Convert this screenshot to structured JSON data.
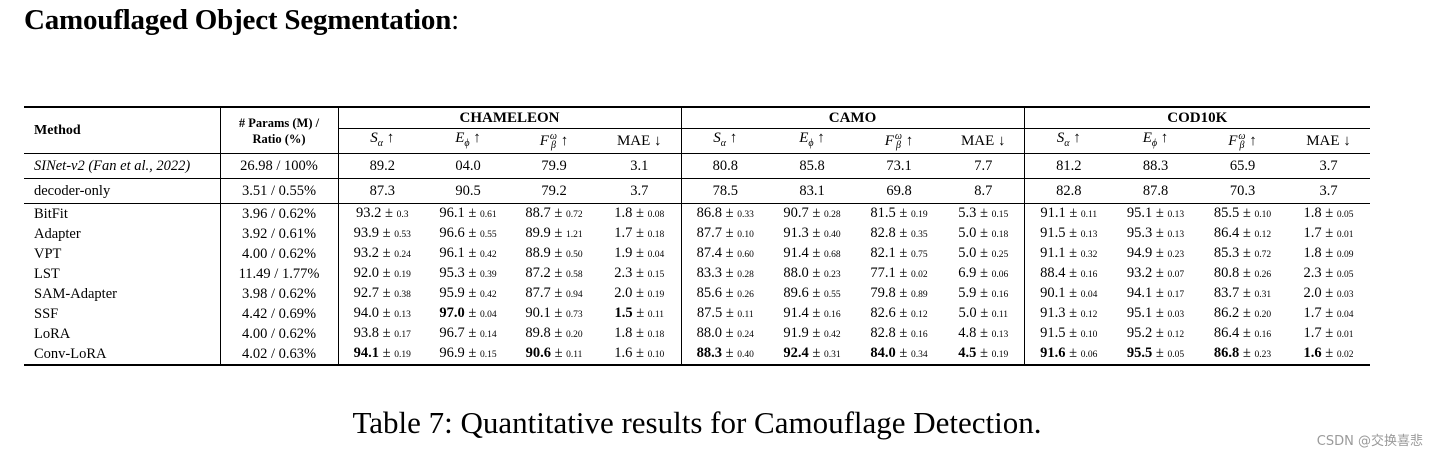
{
  "heading": "Camouflaged Object Segmentation",
  "heading_colon": ":",
  "table": {
    "method_header": "Method",
    "params_header_line1": "# Params (M) /",
    "params_header_line2": "Ratio (%)",
    "groups": [
      "CHAMELEON",
      "CAMO",
      "COD10K"
    ],
    "metrics": [
      {
        "sym": "S",
        "sub": "α",
        "sup": "",
        "arrow": "↑"
      },
      {
        "sym": "E",
        "sub": "ϕ",
        "sup": "",
        "arrow": "↑"
      },
      {
        "sym": "F",
        "sub": "β",
        "sup": "ω",
        "arrow": "↑"
      },
      {
        "sym": "MAE",
        "sub": "",
        "sup": "",
        "arrow": "↓"
      }
    ],
    "baselines": [
      {
        "method": "SINet-v2 (Fan et al., 2022)",
        "italic": true,
        "params": "26.98 / 100%",
        "values": [
          "89.2",
          "04.0",
          "79.9",
          "3.1",
          "80.8",
          "85.8",
          "73.1",
          "7.7",
          "81.2",
          "88.3",
          "65.9",
          "3.7"
        ]
      },
      {
        "method": "decoder-only",
        "italic": false,
        "params": "3.51 / 0.55%",
        "values": [
          "87.3",
          "90.5",
          "79.2",
          "3.7",
          "78.5",
          "83.1",
          "69.8",
          "8.7",
          "82.8",
          "87.8",
          "70.3",
          "3.7"
        ]
      }
    ],
    "rows": [
      {
        "method": "BitFit",
        "params": "3.96 / 0.62%",
        "cells": [
          [
            "93.2",
            "0.3",
            false
          ],
          [
            "96.1",
            "0.61",
            false
          ],
          [
            "88.7",
            "0.72",
            false
          ],
          [
            "1.8",
            "0.08",
            false
          ],
          [
            "86.8",
            "0.33",
            false
          ],
          [
            "90.7",
            "0.28",
            false
          ],
          [
            "81.5",
            "0.19",
            false
          ],
          [
            "5.3",
            "0.15",
            false
          ],
          [
            "91.1",
            "0.11",
            false
          ],
          [
            "95.1",
            "0.13",
            false
          ],
          [
            "85.5",
            "0.10",
            false
          ],
          [
            "1.8",
            "0.05",
            false
          ]
        ]
      },
      {
        "method": "Adapter",
        "params": "3.92 / 0.61%",
        "cells": [
          [
            "93.9",
            "0.53",
            false
          ],
          [
            "96.6",
            "0.55",
            false
          ],
          [
            "89.9",
            "1.21",
            false
          ],
          [
            "1.7",
            "0.18",
            false
          ],
          [
            "87.7",
            "0.10",
            false
          ],
          [
            "91.3",
            "0.40",
            false
          ],
          [
            "82.8",
            "0.35",
            false
          ],
          [
            "5.0",
            "0.18",
            false
          ],
          [
            "91.5",
            "0.13",
            false
          ],
          [
            "95.3",
            "0.13",
            false
          ],
          [
            "86.4",
            "0.12",
            false
          ],
          [
            "1.7",
            "0.01",
            false
          ]
        ]
      },
      {
        "method": "VPT",
        "params": "4.00 / 0.62%",
        "cells": [
          [
            "93.2",
            "0.24",
            false
          ],
          [
            "96.1",
            "0.42",
            false
          ],
          [
            "88.9",
            "0.50",
            false
          ],
          [
            "1.9",
            "0.04",
            false
          ],
          [
            "87.4",
            "0.60",
            false
          ],
          [
            "91.4",
            "0.68",
            false
          ],
          [
            "82.1",
            "0.75",
            false
          ],
          [
            "5.0",
            "0.25",
            false
          ],
          [
            "91.1",
            "0.32",
            false
          ],
          [
            "94.9",
            "0.23",
            false
          ],
          [
            "85.3",
            "0.72",
            false
          ],
          [
            "1.8",
            "0.09",
            false
          ]
        ]
      },
      {
        "method": "LST",
        "params": "11.49 / 1.77%",
        "cells": [
          [
            "92.0",
            "0.19",
            false
          ],
          [
            "95.3",
            "0.39",
            false
          ],
          [
            "87.2",
            "0.58",
            false
          ],
          [
            "2.3",
            "0.15",
            false
          ],
          [
            "83.3",
            "0.28",
            false
          ],
          [
            "88.0",
            "0.23",
            false
          ],
          [
            "77.1",
            "0.02",
            false
          ],
          [
            "6.9",
            "0.06",
            false
          ],
          [
            "88.4",
            "0.16",
            false
          ],
          [
            "93.2",
            "0.07",
            false
          ],
          [
            "80.8",
            "0.26",
            false
          ],
          [
            "2.3",
            "0.05",
            false
          ]
        ]
      },
      {
        "method": "SAM-Adapter",
        "params": "3.98 / 0.62%",
        "cells": [
          [
            "92.7",
            "0.38",
            false
          ],
          [
            "95.9",
            "0.42",
            false
          ],
          [
            "87.7",
            "0.94",
            false
          ],
          [
            "2.0",
            "0.19",
            false
          ],
          [
            "85.6",
            "0.26",
            false
          ],
          [
            "89.6",
            "0.55",
            false
          ],
          [
            "79.8",
            "0.89",
            false
          ],
          [
            "5.9",
            "0.16",
            false
          ],
          [
            "90.1",
            "0.04",
            false
          ],
          [
            "94.1",
            "0.17",
            false
          ],
          [
            "83.7",
            "0.31",
            false
          ],
          [
            "2.0",
            "0.03",
            false
          ]
        ]
      },
      {
        "method": "SSF",
        "params": "4.42 / 0.69%",
        "cells": [
          [
            "94.0",
            "0.13",
            false
          ],
          [
            "97.0",
            "0.04",
            true
          ],
          [
            "90.1",
            "0.73",
            false
          ],
          [
            "1.5",
            "0.11",
            true
          ],
          [
            "87.5",
            "0.11",
            false
          ],
          [
            "91.4",
            "0.16",
            false
          ],
          [
            "82.6",
            "0.12",
            false
          ],
          [
            "5.0",
            "0.11",
            false
          ],
          [
            "91.3",
            "0.12",
            false
          ],
          [
            "95.1",
            "0.03",
            false
          ],
          [
            "86.2",
            "0.20",
            false
          ],
          [
            "1.7",
            "0.04",
            false
          ]
        ]
      },
      {
        "method": "LoRA",
        "params": "4.00 / 0.62%",
        "cells": [
          [
            "93.8",
            "0.17",
            false
          ],
          [
            "96.7",
            "0.14",
            false
          ],
          [
            "89.8",
            "0.20",
            false
          ],
          [
            "1.8",
            "0.18",
            false
          ],
          [
            "88.0",
            "0.24",
            false
          ],
          [
            "91.9",
            "0.42",
            false
          ],
          [
            "82.8",
            "0.16",
            false
          ],
          [
            "4.8",
            "0.13",
            false
          ],
          [
            "91.5",
            "0.10",
            false
          ],
          [
            "95.2",
            "0.12",
            false
          ],
          [
            "86.4",
            "0.16",
            false
          ],
          [
            "1.7",
            "0.01",
            false
          ]
        ]
      },
      {
        "method": "Conv-LoRA",
        "params": "4.02 / 0.63%",
        "cells": [
          [
            "94.1",
            "0.19",
            true
          ],
          [
            "96.9",
            "0.15",
            false
          ],
          [
            "90.6",
            "0.11",
            true
          ],
          [
            "1.6",
            "0.10",
            false
          ],
          [
            "88.3",
            "0.40",
            true
          ],
          [
            "92.4",
            "0.31",
            true
          ],
          [
            "84.0",
            "0.34",
            true
          ],
          [
            "4.5",
            "0.19",
            true
          ],
          [
            "91.6",
            "0.06",
            true
          ],
          [
            "95.5",
            "0.05",
            true
          ],
          [
            "86.8",
            "0.23",
            true
          ],
          [
            "1.6",
            "0.02",
            true
          ]
        ]
      }
    ]
  },
  "caption": "Table 7: Quantitative results for Camouflage Detection.",
  "watermark": "CSDN @交换喜悲"
}
